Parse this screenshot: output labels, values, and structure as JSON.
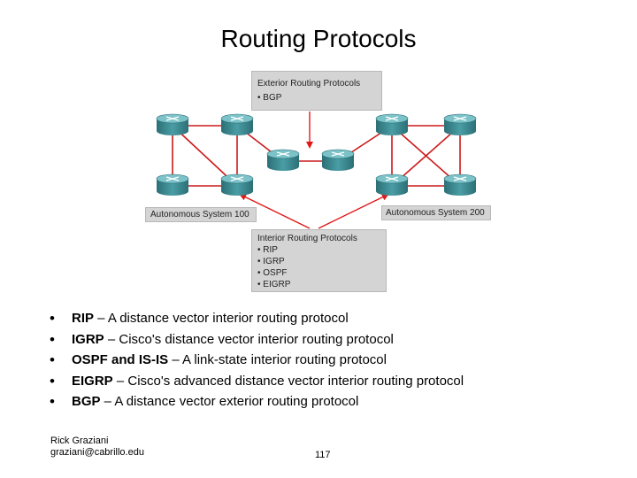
{
  "title": "Routing Protocols",
  "diagram": {
    "exterior_box": {
      "heading": "Exterior Routing Protocols",
      "items": [
        "• BGP"
      ]
    },
    "interior_box": {
      "heading": "Interior Routing Protocols",
      "items": [
        "• RIP",
        "• IGRP",
        "• OSPF",
        "• EIGRP"
      ]
    },
    "as_left_label": "Autonomous System 100",
    "as_right_label": "Autonomous System 200",
    "colors": {
      "box_fill": "#d4d4d4",
      "arrow": "#e01818",
      "link": "#cc1a1a",
      "router": "#3f8f97"
    },
    "router_icon": "router-icon"
  },
  "bullets": [
    {
      "term": "RIP",
      "desc": " – A distance vector interior routing protocol"
    },
    {
      "term": "IGRP",
      "desc": " – Cisco's distance vector interior routing protocol"
    },
    {
      "term": "OSPF and IS-IS",
      "desc": " – A link-state interior routing protocol"
    },
    {
      "term": "EIGRP",
      "desc": " – Cisco's advanced distance vector interior routing protocol"
    },
    {
      "term": "BGP",
      "desc": " – A distance vector exterior routing protocol"
    }
  ],
  "bullet_symbol": "•",
  "author": {
    "name": "Rick Graziani",
    "email": "graziani@cabrillo.edu"
  },
  "page_number": "117"
}
